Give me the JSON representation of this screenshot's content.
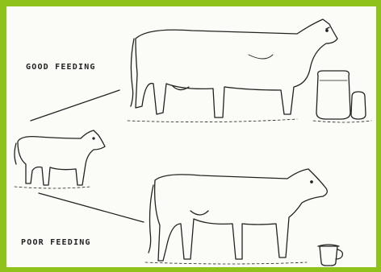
{
  "labels": {
    "good": "GOOD FEEDING",
    "poor": "POOR FEEDING"
  },
  "colors": {
    "border": "#8fc21a",
    "paper": "#fbfbf8",
    "ink": "#222222"
  },
  "icons": [
    "calf-drawing",
    "well-fed-cow-drawing",
    "poorly-fed-cow-drawing",
    "milk-jars-drawing",
    "milk-cup-drawing"
  ]
}
